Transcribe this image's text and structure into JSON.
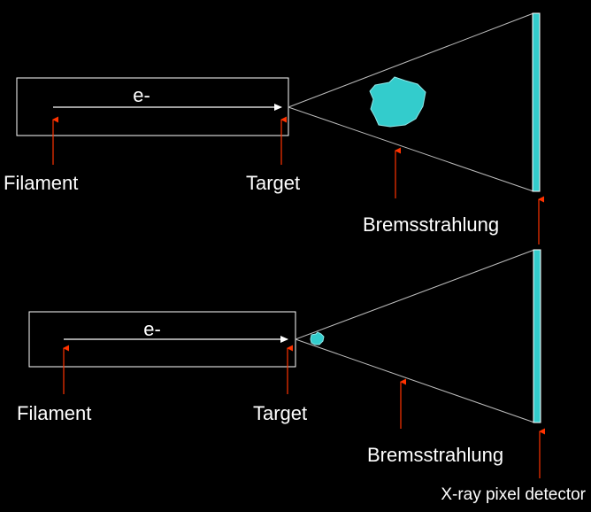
{
  "colors": {
    "background": "#000000",
    "outline": "#ffffff",
    "beam": "#ffffff",
    "cone": "#bdbdbd",
    "detector": "#33cccc",
    "sample": "#33cccc",
    "pointer": "#ff3300",
    "text": "#ffffff"
  },
  "setups": [
    {
      "electron_label": "e-",
      "filament_label": "Filament",
      "target_label": "Target",
      "radiation_label": "Bremsstrahlung"
    },
    {
      "electron_label": "e-",
      "filament_label": "Filament",
      "target_label": "Target",
      "radiation_label": "Bremsstrahlung"
    }
  ],
  "detector_label": "X-ray pixel detector"
}
